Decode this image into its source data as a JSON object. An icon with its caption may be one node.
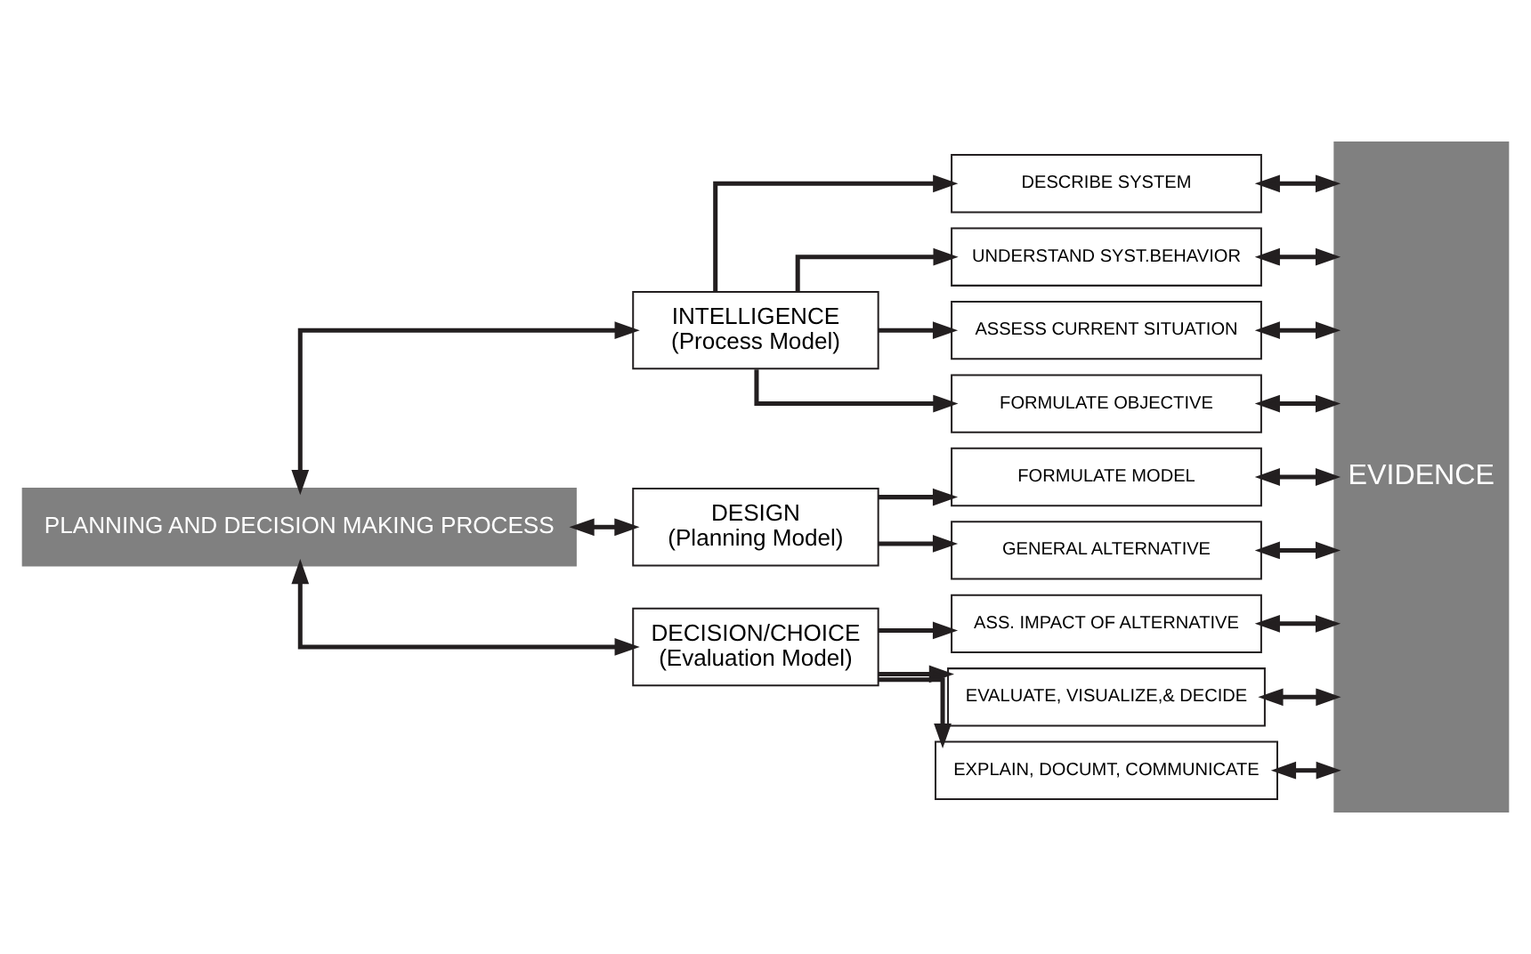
{
  "diagram": {
    "nodes": [
      {
        "text": [
          "PLANNING AND DECISION MAKING PROCESS"
        ]
      },
      {
        "text": [
          "INTELLIGENCE",
          "(Process Model)"
        ]
      },
      {
        "text": [
          "DESIGN",
          "(Planning Model)"
        ]
      },
      {
        "text": [
          "DECISION/CHOICE",
          "(Evaluation Model)"
        ]
      },
      {
        "text": [
          "DESCRIBE SYSTEM"
        ]
      },
      {
        "text": [
          "UNDERSTAND SYST.BEHAVIOR"
        ]
      },
      {
        "text": [
          "ASSESS CURRENT SITUATION"
        ]
      },
      {
        "text": [
          "FORMULATE OBJECTIVE"
        ]
      },
      {
        "text": [
          "FORMULATE MODEL"
        ]
      },
      {
        "text": [
          "GENERAL ALTERNATIVE"
        ]
      },
      {
        "text": [
          "ASS. IMPACT OF ALTERNATIVE"
        ]
      },
      {
        "text": [
          "EVALUATE, VISUALIZE,& DECIDE"
        ]
      },
      {
        "text": [
          "EXPLAIN, DOCUMT, COMMUNICATE"
        ]
      },
      {
        "text": [
          "EVIDENCE"
        ]
      }
    ],
    "edges": [
      {
        "from": 0,
        "to": 1,
        "arrow": "both"
      },
      {
        "from": 0,
        "to": 2,
        "arrow": "both"
      },
      {
        "from": 0,
        "to": 3,
        "arrow": "both"
      },
      {
        "from": 1,
        "to": 4,
        "arrow": "to"
      },
      {
        "from": 1,
        "to": 5,
        "arrow": "to"
      },
      {
        "from": 1,
        "to": 6,
        "arrow": "to"
      },
      {
        "from": 1,
        "to": 7,
        "arrow": "to"
      },
      {
        "from": 2,
        "to": 8,
        "arrow": "to"
      },
      {
        "from": 2,
        "to": 9,
        "arrow": "to"
      },
      {
        "from": 3,
        "to": 10,
        "arrow": "to"
      },
      {
        "from": 3,
        "to": 11,
        "arrow": "to"
      },
      {
        "from": 3,
        "to": 12,
        "arrow": "to"
      },
      {
        "from": 4,
        "to": 13,
        "arrow": "both"
      },
      {
        "from": 5,
        "to": 13,
        "arrow": "both"
      },
      {
        "from": 6,
        "to": 13,
        "arrow": "both"
      },
      {
        "from": 7,
        "to": 13,
        "arrow": "both"
      },
      {
        "from": 8,
        "to": 13,
        "arrow": "both"
      },
      {
        "from": 9,
        "to": 13,
        "arrow": "both"
      },
      {
        "from": 10,
        "to": 13,
        "arrow": "both"
      },
      {
        "from": 11,
        "to": 13,
        "arrow": "both"
      },
      {
        "from": 12,
        "to": 13,
        "arrow": "both"
      }
    ]
  }
}
